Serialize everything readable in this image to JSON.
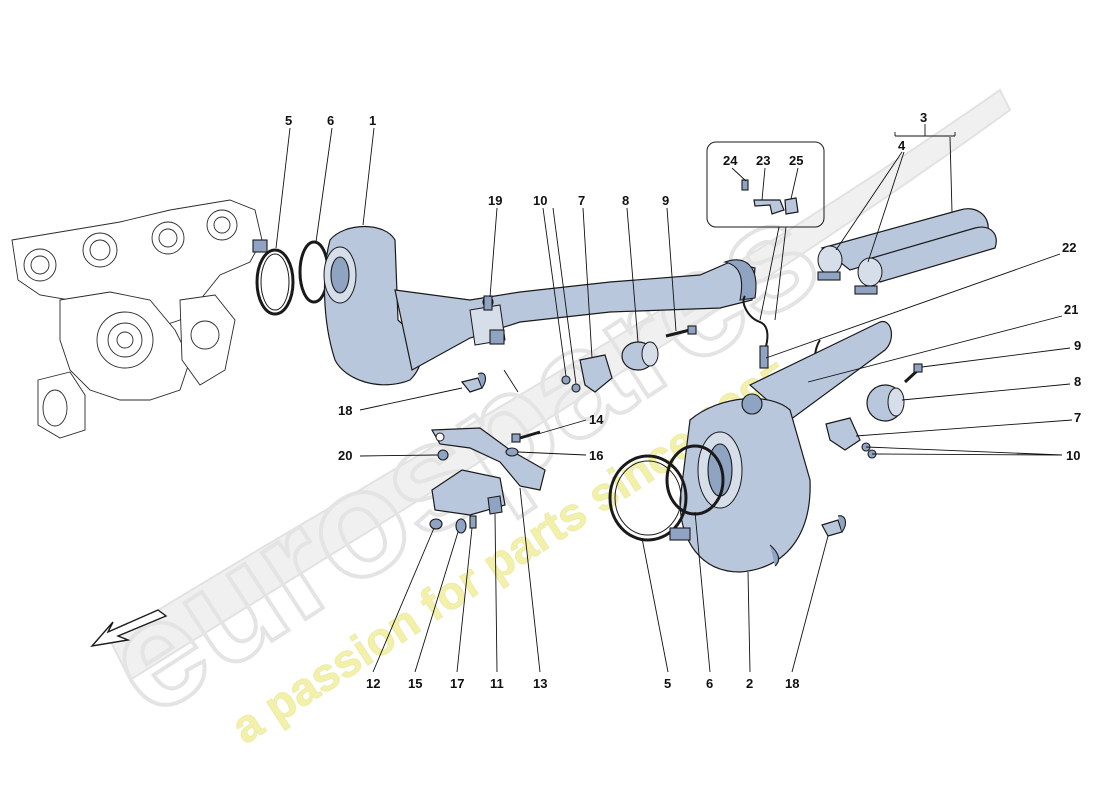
{
  "watermark": {
    "brand": "eurospares",
    "tagline": "a passion for parts since 1985"
  },
  "callouts": {
    "c1": "1",
    "c2": "2",
    "c3": "3",
    "c4": "4",
    "c5a": "5",
    "c5b": "5",
    "c6a": "6",
    "c6b": "6",
    "c7a": "7",
    "c7b": "7",
    "c8a": "8",
    "c8b": "8",
    "c9a": "9",
    "c9b": "9",
    "c10a": "10",
    "c10b": "10",
    "c11": "11",
    "c12": "12",
    "c13": "13",
    "c14": "14",
    "c15": "15",
    "c16": "16",
    "c17": "17",
    "c18a": "18",
    "c18b": "18",
    "c19": "19",
    "c20": "20",
    "c21": "21",
    "c22": "22",
    "c23": "23",
    "c24": "24",
    "c25": "25"
  },
  "colors": {
    "part_fill": "#b9c7dc",
    "part_shade": "#8fa3c2",
    "watermark_gray": "#e6e6e6",
    "watermark_yellow": "#f3f0a8"
  }
}
